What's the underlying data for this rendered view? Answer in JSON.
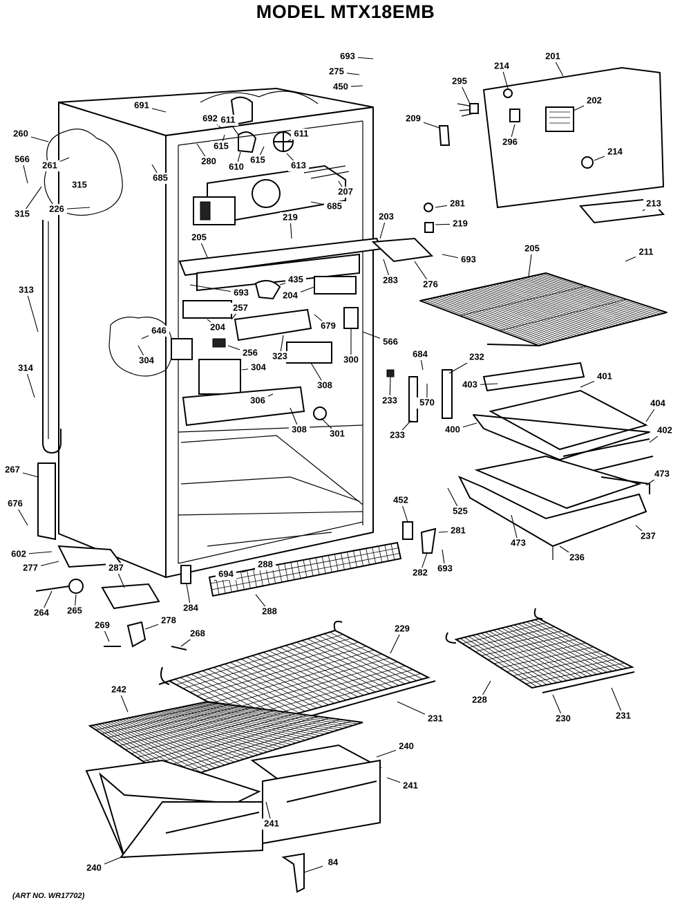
{
  "title": "MODEL MTX18EMB",
  "art_number": "(ART NO. WR17702)",
  "callouts": [
    {
      "id": "c693a",
      "label": "693"
    },
    {
      "id": "c275",
      "label": "275"
    },
    {
      "id": "c450",
      "label": "450"
    },
    {
      "id": "c214a",
      "label": "214"
    },
    {
      "id": "c201",
      "label": "201"
    },
    {
      "id": "c295",
      "label": "295"
    },
    {
      "id": "c202",
      "label": "202"
    },
    {
      "id": "c209",
      "label": "209"
    },
    {
      "id": "c296",
      "label": "296"
    },
    {
      "id": "c214b",
      "label": "214"
    },
    {
      "id": "c213",
      "label": "213"
    },
    {
      "id": "c691",
      "label": "691"
    },
    {
      "id": "c692",
      "label": "692"
    },
    {
      "id": "c611a",
      "label": "611"
    },
    {
      "id": "c611b",
      "label": "611"
    },
    {
      "id": "c615a",
      "label": "615"
    },
    {
      "id": "c615b",
      "label": "615"
    },
    {
      "id": "c610",
      "label": "610"
    },
    {
      "id": "c613",
      "label": "613"
    },
    {
      "id": "c280",
      "label": "280"
    },
    {
      "id": "c260",
      "label": "260"
    },
    {
      "id": "c261",
      "label": "261"
    },
    {
      "id": "c566",
      "label": "566"
    },
    {
      "id": "c315a",
      "label": "315"
    },
    {
      "id": "c315b",
      "label": "315"
    },
    {
      "id": "c226",
      "label": "226"
    },
    {
      "id": "c685a",
      "label": "685"
    },
    {
      "id": "c207",
      "label": "207"
    },
    {
      "id": "c685b",
      "label": "685"
    },
    {
      "id": "c281a",
      "label": "281"
    },
    {
      "id": "c219a",
      "label": "219"
    },
    {
      "id": "c203",
      "label": "203"
    },
    {
      "id": "c219b",
      "label": "219"
    },
    {
      "id": "c205a",
      "label": "205"
    },
    {
      "id": "c693b",
      "label": "693"
    },
    {
      "id": "c283",
      "label": "283"
    },
    {
      "id": "c276",
      "label": "276"
    },
    {
      "id": "c205b",
      "label": "205"
    },
    {
      "id": "c211",
      "label": "211"
    },
    {
      "id": "c313",
      "label": "313"
    },
    {
      "id": "c693c",
      "label": "693"
    },
    {
      "id": "c435",
      "label": "435"
    },
    {
      "id": "c204a",
      "label": "204"
    },
    {
      "id": "c257",
      "label": "257"
    },
    {
      "id": "c204b",
      "label": "204"
    },
    {
      "id": "c679",
      "label": "679"
    },
    {
      "id": "c566b",
      "label": "566"
    },
    {
      "id": "c646",
      "label": "646"
    },
    {
      "id": "c304a",
      "label": "304"
    },
    {
      "id": "c256",
      "label": "256"
    },
    {
      "id": "c323",
      "label": "323"
    },
    {
      "id": "c304b",
      "label": "304"
    },
    {
      "id": "c300",
      "label": "300"
    },
    {
      "id": "c308a",
      "label": "308"
    },
    {
      "id": "c306",
      "label": "306"
    },
    {
      "id": "c308b",
      "label": "308"
    },
    {
      "id": "c301",
      "label": "301"
    },
    {
      "id": "c314",
      "label": "314"
    },
    {
      "id": "c684",
      "label": "684"
    },
    {
      "id": "c232",
      "label": "232"
    },
    {
      "id": "c233a",
      "label": "233"
    },
    {
      "id": "c570",
      "label": "570"
    },
    {
      "id": "c233b",
      "label": "233"
    },
    {
      "id": "c403",
      "label": "403"
    },
    {
      "id": "c401",
      "label": "401"
    },
    {
      "id": "c404",
      "label": "404"
    },
    {
      "id": "c400",
      "label": "400"
    },
    {
      "id": "c402",
      "label": "402"
    },
    {
      "id": "c473a",
      "label": "473"
    },
    {
      "id": "c525",
      "label": "525"
    },
    {
      "id": "c473b",
      "label": "473"
    },
    {
      "id": "c237",
      "label": "237"
    },
    {
      "id": "c236",
      "label": "236"
    },
    {
      "id": "c267",
      "label": "267"
    },
    {
      "id": "c676",
      "label": "676"
    },
    {
      "id": "c452",
      "label": "452"
    },
    {
      "id": "c281b",
      "label": "281"
    },
    {
      "id": "c602",
      "label": "602"
    },
    {
      "id": "c277",
      "label": "277"
    },
    {
      "id": "c287",
      "label": "287"
    },
    {
      "id": "c694",
      "label": "694"
    },
    {
      "id": "c288a",
      "label": "288"
    },
    {
      "id": "c282",
      "label": "282"
    },
    {
      "id": "c693d",
      "label": "693"
    },
    {
      "id": "c264",
      "label": "264"
    },
    {
      "id": "c265",
      "label": "265"
    },
    {
      "id": "c284",
      "label": "284"
    },
    {
      "id": "c288b",
      "label": "288"
    },
    {
      "id": "c269",
      "label": "269"
    },
    {
      "id": "c278",
      "label": "278"
    },
    {
      "id": "c268",
      "label": "268"
    },
    {
      "id": "c229",
      "label": "229"
    },
    {
      "id": "c228",
      "label": "228"
    },
    {
      "id": "c230",
      "label": "230"
    },
    {
      "id": "c231a",
      "label": "231"
    },
    {
      "id": "c231b",
      "label": "231"
    },
    {
      "id": "c242",
      "label": "242"
    },
    {
      "id": "c240a",
      "label": "240"
    },
    {
      "id": "c241a",
      "label": "241"
    },
    {
      "id": "c241b",
      "label": "241"
    },
    {
      "id": "c240b",
      "label": "240"
    },
    {
      "id": "c84",
      "label": "84"
    }
  ]
}
